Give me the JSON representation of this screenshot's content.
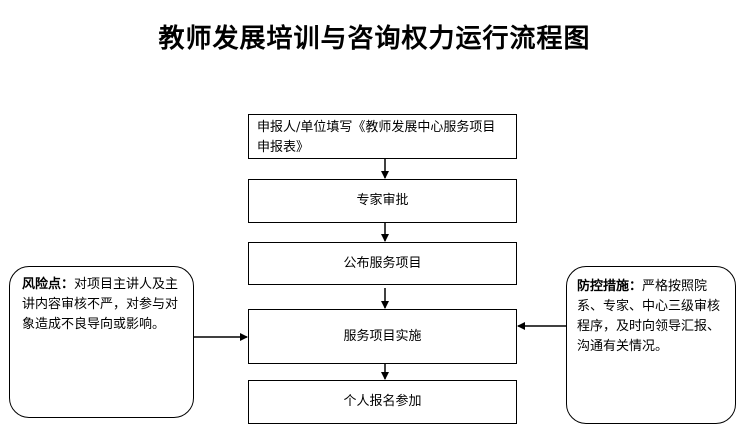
{
  "title": "教师发展培训与咨询权力运行流程图",
  "steps": [
    "申报人/单位填写《教师发展中心服务项目申报表》",
    "专家审批",
    "公布服务项目",
    "服务项目实施",
    "个人报名参加"
  ],
  "risk": {
    "label": "风险点：",
    "text": "对项目主讲人及主讲内容审核不严，对参与对象造成不良导向或影响。"
  },
  "control": {
    "label": "防控措施：",
    "text": "严格按照院系、专家、中心三级审核程序，及时向领导汇报、沟通有关情况。"
  }
}
